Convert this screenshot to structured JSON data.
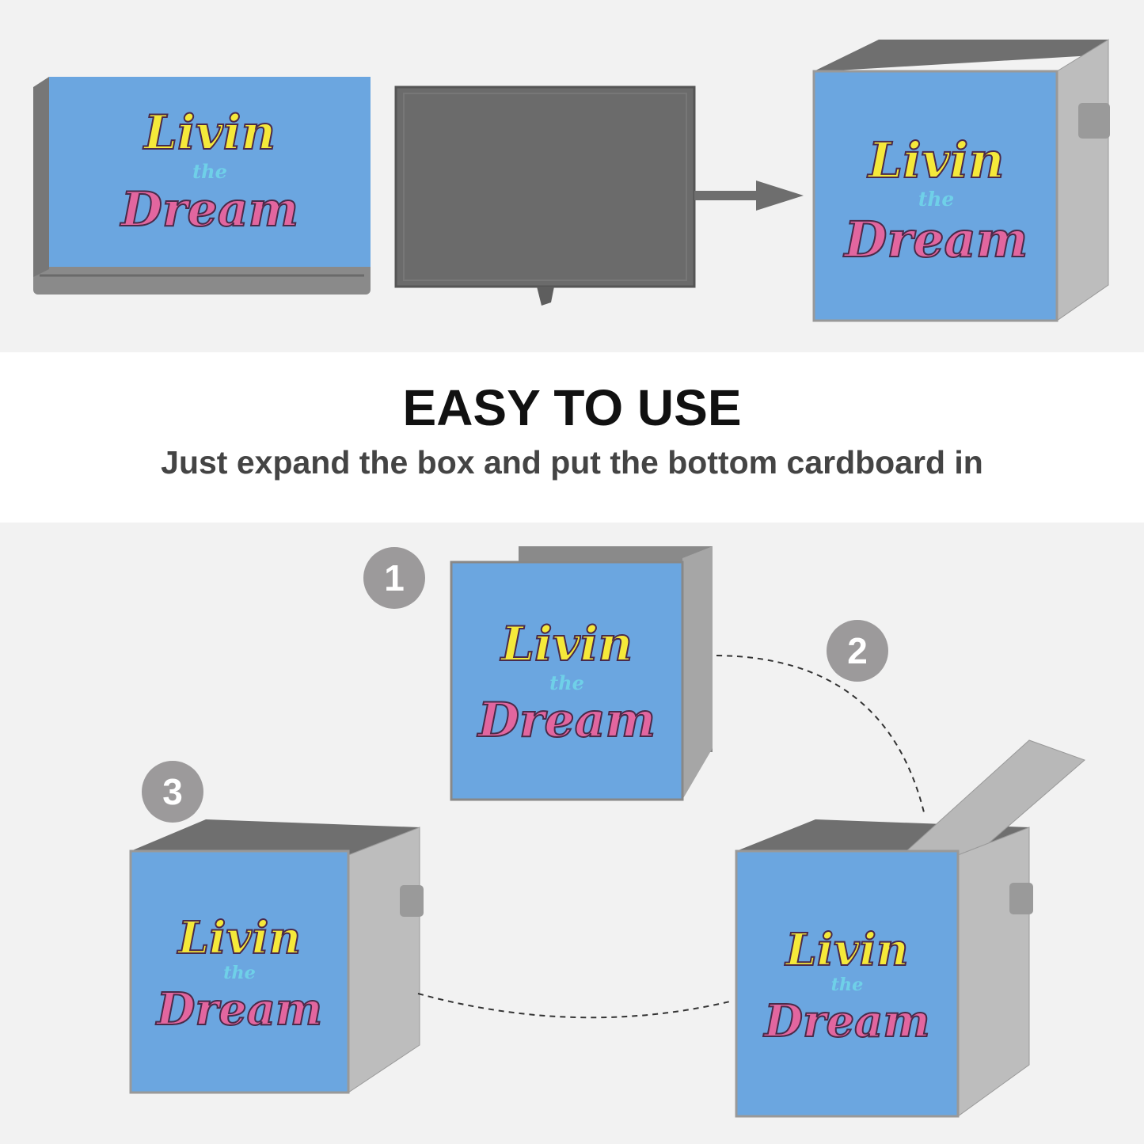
{
  "heading": {
    "title": "EASY TO USE",
    "subtitle": "Just expand the box and put the bottom cardboard in"
  },
  "logo": {
    "line1": "Livin",
    "line2": "the",
    "line3": "Dream"
  },
  "steps": [
    "1",
    "2",
    "3"
  ],
  "colors": {
    "box_front": "#6ba6e0",
    "box_fabric": "#8a8a8a",
    "step_badge": "#9c9a9b",
    "background": "#f2f2f2"
  }
}
